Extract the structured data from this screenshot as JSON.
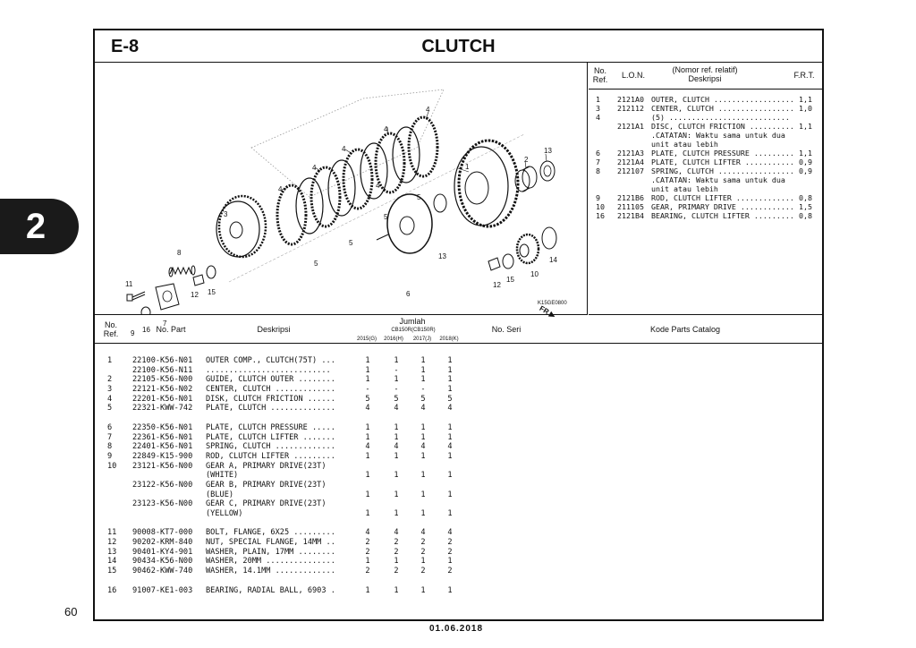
{
  "side_tab": "2",
  "page_number": "60",
  "date": "01.06.2018",
  "header": {
    "code": "E-8",
    "title": "CLUTCH"
  },
  "diagram": {
    "code": "K15GE0800",
    "fr_label": "FR.",
    "callouts": [
      "4",
      "4",
      "4",
      "4",
      "4",
      "4",
      "1",
      "2",
      "13",
      "3",
      "5",
      "5",
      "5",
      "5",
      "8",
      "11",
      "12",
      "15",
      "13",
      "6",
      "12",
      "15",
      "10",
      "14",
      "16",
      "7",
      "9"
    ]
  },
  "ref_table": {
    "headers": {
      "no": "No.",
      "ref": "Ref.",
      "lon": "L.O.N.",
      "nomor": "(Nomor ref. relatif)",
      "deskripsi": "Deskripsi",
      "frt": "F.R.T."
    },
    "rows": [
      {
        "ref": "1",
        "lon": "2121A0",
        "desc": "OUTER, CLUTCH ..................",
        "frt": "1,1"
      },
      {
        "ref": "3",
        "lon": "212112",
        "desc": "CENTER, CLUTCH .................",
        "frt": "1,0"
      },
      {
        "ref": "4",
        "lon": "",
        "desc": "(5) ...........................",
        "frt": ""
      },
      {
        "ref": "",
        "lon": "2121A1",
        "desc": "DISC, CLUTCH FRICTION ..........",
        "frt": "1,1"
      },
      {
        "ref": "",
        "lon": "",
        "desc": ".CATATAN: Waktu sama untuk dua",
        "frt": ""
      },
      {
        "ref": "",
        "lon": "",
        "desc": "  unit atau lebih",
        "frt": ""
      },
      {
        "ref": "6",
        "lon": "2121A3",
        "desc": "PLATE, CLUTCH PRESSURE .........",
        "frt": "1,1"
      },
      {
        "ref": "7",
        "lon": "2121A4",
        "desc": "PLATE, CLUTCH LIFTER ...........",
        "frt": "0,9"
      },
      {
        "ref": "8",
        "lon": "212107",
        "desc": "SPRING, CLUTCH .................",
        "frt": "0,9"
      },
      {
        "ref": "",
        "lon": "",
        "desc": ".CATATAN: Waktu sama untuk dua",
        "frt": ""
      },
      {
        "ref": "",
        "lon": "",
        "desc": "  unit atau lebih",
        "frt": ""
      },
      {
        "ref": "9",
        "lon": "2121B6",
        "desc": "ROD, CLUTCH LIFTER .............",
        "frt": "0,8"
      },
      {
        "ref": "10",
        "lon": "211105",
        "desc": "GEAR, PRIMARY DRIVE ............",
        "frt": "1,5"
      },
      {
        "ref": "16",
        "lon": "2121B4",
        "desc": "BEARING, CLUTCH LIFTER .........",
        "frt": "0,8"
      }
    ]
  },
  "parts_table": {
    "headers": {
      "no": "No.",
      "ref": "Ref.",
      "part": "No. Part",
      "deskripsi": "Deskripsi",
      "jumlah": "Jumlah",
      "models": "CB150R(CB150R)",
      "years": [
        "2015(G)",
        "2016(H)",
        "2017(J)",
        "2018(K)"
      ],
      "seri": "No. Seri",
      "catalog": "Kode Parts Catalog"
    },
    "rows": [
      {
        "ref": "1",
        "part": "22100-K56-N01",
        "desc": "OUTER COMP., CLUTCH(75T) ...",
        "q": [
          "1",
          "1",
          "1",
          "1"
        ]
      },
      {
        "ref": "",
        "part": "22100-K56-N11",
        "desc": "...........................",
        "q": [
          "1",
          "-",
          "1",
          "1"
        ]
      },
      {
        "ref": "2",
        "part": "22105-K56-N00",
        "desc": "GUIDE, CLUTCH OUTER ........",
        "q": [
          "1",
          "1",
          "1",
          "1"
        ]
      },
      {
        "ref": "3",
        "part": "22121-K56-N02",
        "desc": "CENTER, CLUTCH .............",
        "q": [
          "-",
          "-",
          "-",
          "1"
        ]
      },
      {
        "ref": "4",
        "part": "22201-K56-N01",
        "desc": "DISK, CLUTCH FRICTION ......",
        "q": [
          "5",
          "5",
          "5",
          "5"
        ]
      },
      {
        "ref": "5",
        "part": "22321-KWW-742",
        "desc": "PLATE, CLUTCH ..............",
        "q": [
          "4",
          "4",
          "4",
          "4"
        ]
      },
      {
        "gap": true
      },
      {
        "ref": "6",
        "part": "22350-K56-N01",
        "desc": "PLATE, CLUTCH PRESSURE .....",
        "q": [
          "1",
          "1",
          "1",
          "1"
        ]
      },
      {
        "ref": "7",
        "part": "22361-K56-N01",
        "desc": "PLATE, CLUTCH LIFTER .......",
        "q": [
          "1",
          "1",
          "1",
          "1"
        ]
      },
      {
        "ref": "8",
        "part": "22401-K56-N01",
        "desc": "SPRING, CLUTCH .............",
        "q": [
          "4",
          "4",
          "4",
          "4"
        ]
      },
      {
        "ref": "9",
        "part": "22849-K15-900",
        "desc": "ROD, CLUTCH LIFTER .........",
        "q": [
          "1",
          "1",
          "1",
          "1"
        ]
      },
      {
        "ref": "10",
        "part": "23121-K56-N00",
        "desc": "GEAR A, PRIMARY DRIVE(23T)",
        "q": [
          "",
          "",
          "",
          ""
        ]
      },
      {
        "ref": "",
        "part": "",
        "desc": "                    (WHITE)",
        "q": [
          "1",
          "1",
          "1",
          "1"
        ]
      },
      {
        "ref": "",
        "part": "23122-K56-N00",
        "desc": "GEAR B, PRIMARY DRIVE(23T)",
        "q": [
          "",
          "",
          "",
          ""
        ]
      },
      {
        "ref": "",
        "part": "",
        "desc": "                     (BLUE)",
        "q": [
          "1",
          "1",
          "1",
          "1"
        ]
      },
      {
        "ref": "",
        "part": "23123-K56-N00",
        "desc": "GEAR C, PRIMARY DRIVE(23T)",
        "q": [
          "",
          "",
          "",
          ""
        ]
      },
      {
        "ref": "",
        "part": "",
        "desc": "                   (YELLOW)",
        "q": [
          "1",
          "1",
          "1",
          "1"
        ]
      },
      {
        "gap": true
      },
      {
        "ref": "11",
        "part": "90008-KT7-000",
        "desc": "BOLT, FLANGE, 6X25 .........",
        "q": [
          "4",
          "4",
          "4",
          "4"
        ]
      },
      {
        "ref": "12",
        "part": "90202-KRM-840",
        "desc": "NUT, SPECIAL FLANGE, 14MM ..",
        "q": [
          "2",
          "2",
          "2",
          "2"
        ]
      },
      {
        "ref": "13",
        "part": "90401-KY4-901",
        "desc": "WASHER, PLAIN, 17MM ........",
        "q": [
          "2",
          "2",
          "2",
          "2"
        ]
      },
      {
        "ref": "14",
        "part": "90434-K56-N00",
        "desc": "WASHER, 20MM ...............",
        "q": [
          "1",
          "1",
          "1",
          "1"
        ]
      },
      {
        "ref": "15",
        "part": "90462-KWW-740",
        "desc": "WASHER, 14.1MM .............",
        "q": [
          "2",
          "2",
          "2",
          "2"
        ]
      },
      {
        "gap": true
      },
      {
        "ref": "16",
        "part": "91007-KE1-003",
        "desc": "BEARING, RADIAL BALL, 6903 .",
        "q": [
          "1",
          "1",
          "1",
          "1"
        ]
      }
    ]
  }
}
